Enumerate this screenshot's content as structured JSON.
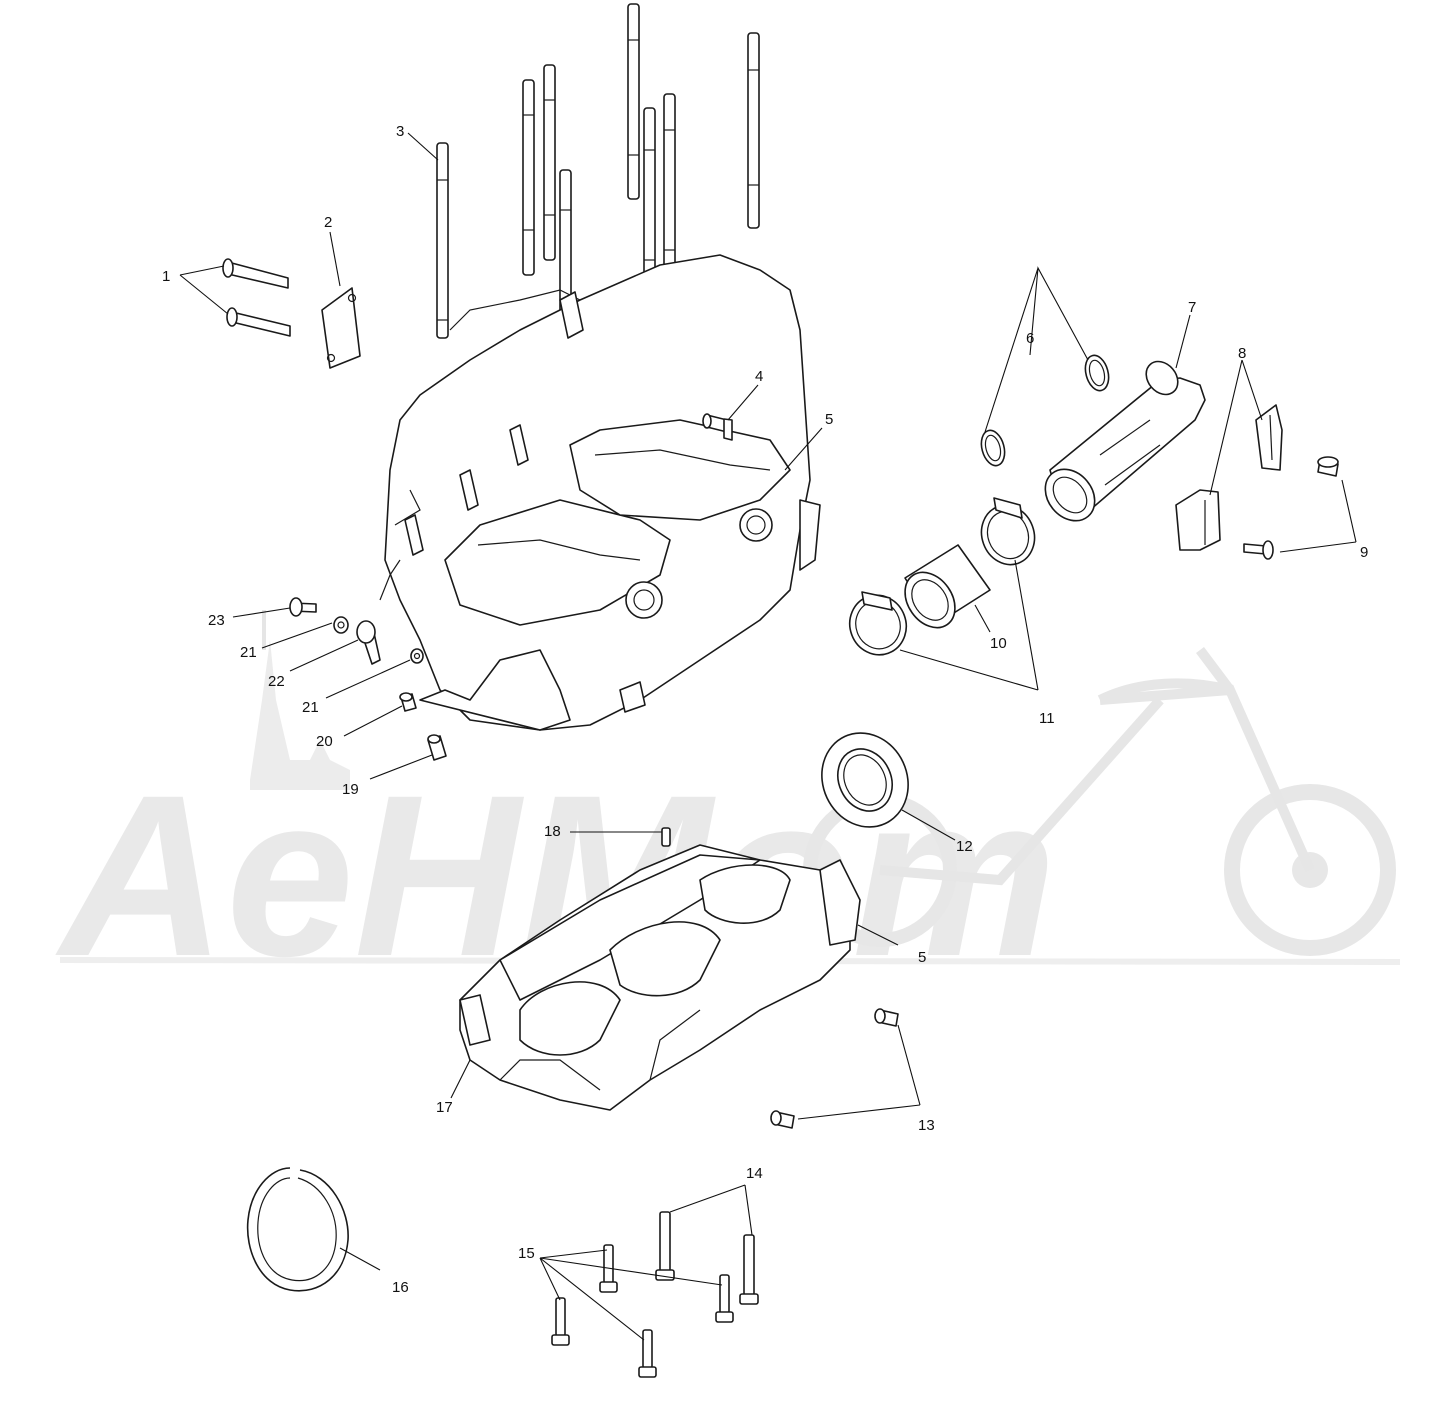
{
  "watermark": {
    "text": "AeHMom",
    "color": "#e9e9e9"
  },
  "callouts": [
    {
      "id": "c1",
      "text": "1"
    },
    {
      "id": "c2",
      "text": "2"
    },
    {
      "id": "c3",
      "text": "3"
    },
    {
      "id": "c4",
      "text": "4"
    },
    {
      "id": "c5a",
      "text": "5"
    },
    {
      "id": "c5b",
      "text": "5"
    },
    {
      "id": "c6",
      "text": "6"
    },
    {
      "id": "c7",
      "text": "7"
    },
    {
      "id": "c8",
      "text": "8"
    },
    {
      "id": "c9",
      "text": "9"
    },
    {
      "id": "c10",
      "text": "10"
    },
    {
      "id": "c11",
      "text": "11"
    },
    {
      "id": "c12",
      "text": "12"
    },
    {
      "id": "c13",
      "text": "13"
    },
    {
      "id": "c14",
      "text": "14"
    },
    {
      "id": "c15",
      "text": "15"
    },
    {
      "id": "c16",
      "text": "16"
    },
    {
      "id": "c17",
      "text": "17"
    },
    {
      "id": "c18",
      "text": "18"
    },
    {
      "id": "c19",
      "text": "19"
    },
    {
      "id": "c20",
      "text": "20"
    },
    {
      "id": "c21a",
      "text": "21"
    },
    {
      "id": "c21b",
      "text": "21"
    },
    {
      "id": "c22",
      "text": "22"
    },
    {
      "id": "c23",
      "text": "23"
    }
  ]
}
